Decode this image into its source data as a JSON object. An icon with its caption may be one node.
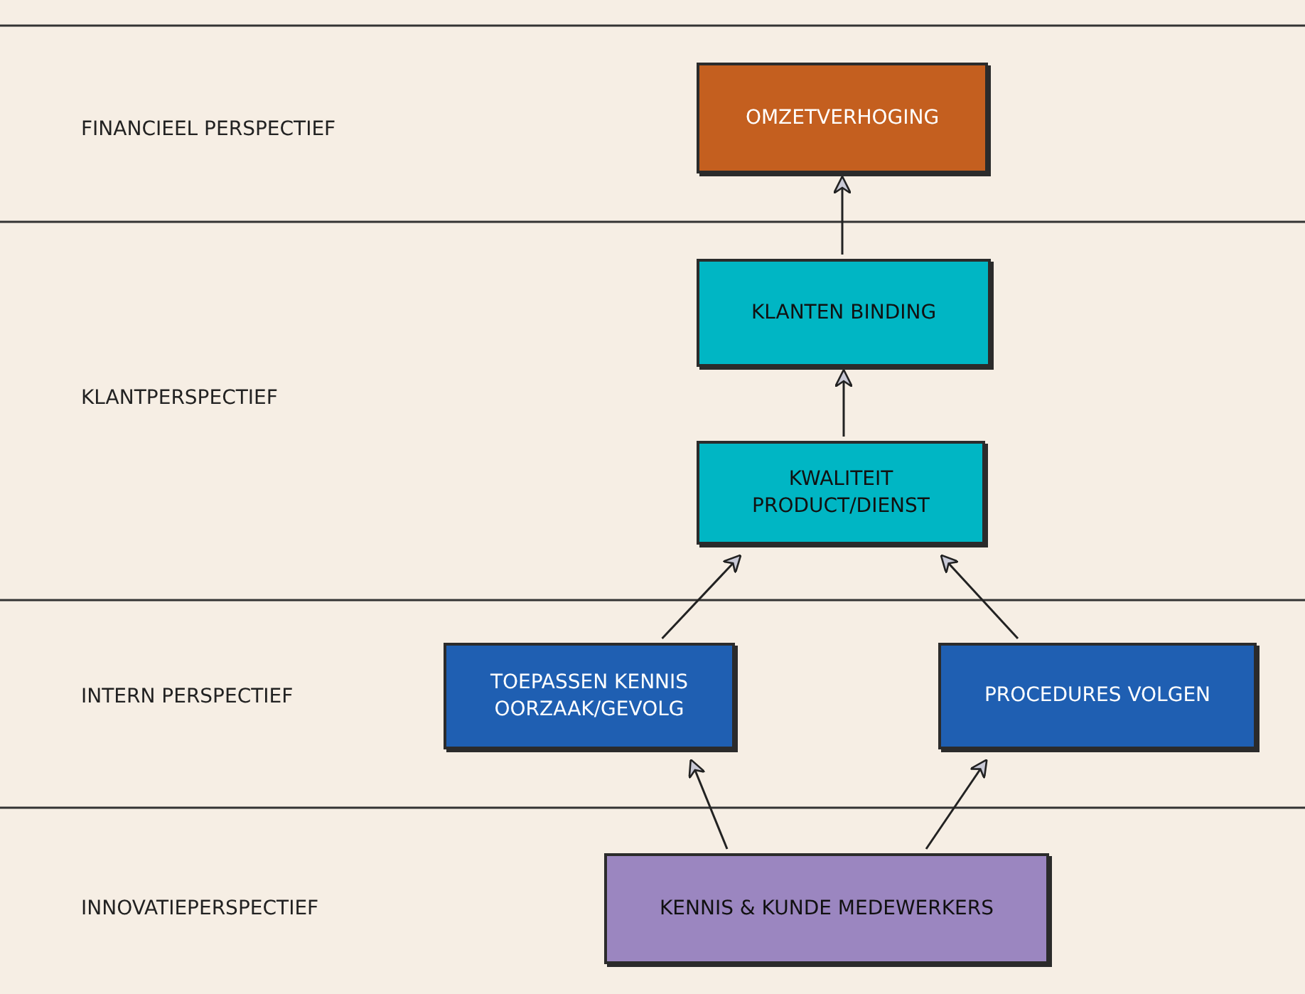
{
  "diagram": {
    "nodes": [
      {
        "text": [
          "OMZETVERHOGING"
        ]
      },
      {
        "text": [
          "KLANTEN BINDING"
        ]
      },
      {
        "text": [
          "KWALITEIT PRODUCT/DIENST"
        ]
      },
      {
        "text": [
          "TOEPASSEN KENNIS OORZAAK/GEVOLG"
        ]
      },
      {
        "text": [
          "PROCEDURES VOLGEN"
        ]
      },
      {
        "text": [
          "KENNIS & KUNDE MEDEWERKERS"
        ]
      }
    ],
    "edges": [
      {
        "from": 1,
        "to": 0,
        "arrow": "to"
      },
      {
        "from": 2,
        "to": 1,
        "arrow": "to"
      },
      {
        "from": 3,
        "to": 2,
        "arrow": "to"
      },
      {
        "from": 4,
        "to": 2,
        "arrow": "to"
      },
      {
        "from": 5,
        "to": 3,
        "arrow": "to"
      },
      {
        "from": 5,
        "to": 4,
        "arrow": "to"
      }
    ],
    "labels": [
      "FINANCIEEL PERSPECTIEF",
      "KLANTPERSPECTIEF",
      "INTERN PERSPECTIEF",
      "INNOVATIEPERSPECTIEF"
    ]
  }
}
